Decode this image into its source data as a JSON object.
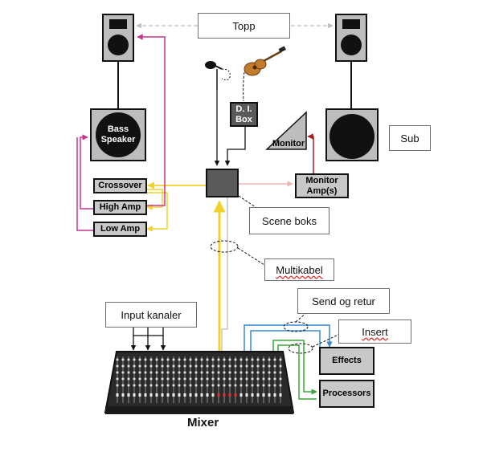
{
  "labels": {
    "topp": "Topp",
    "sub": "Sub",
    "scene_boks": "Scene boks",
    "multikabel": "Multikabel",
    "input_kanaler": "Input kanaler",
    "send_og_retur": "Send og retur",
    "insert": "Insert",
    "mixer": "Mixer"
  },
  "devices": {
    "bass_speaker": "Bass Speaker",
    "crossover": "Crossover",
    "high_amp": "High Amp",
    "low_amp": "Low Amp",
    "di_box": "D. I. Box",
    "monitor": "Monitor",
    "monitor_amp": "Monitor Amp(s)",
    "effects": "Effects",
    "processors": "Processors"
  },
  "colors": {
    "signal_yellow": "#f2d12a",
    "pink": "#c8338f",
    "dark_red": "#a02020",
    "light_pink": "#f2b4b4",
    "blue": "#3a87d6",
    "green": "#3aa63a",
    "grey_dashed": "#bdbdbd"
  }
}
